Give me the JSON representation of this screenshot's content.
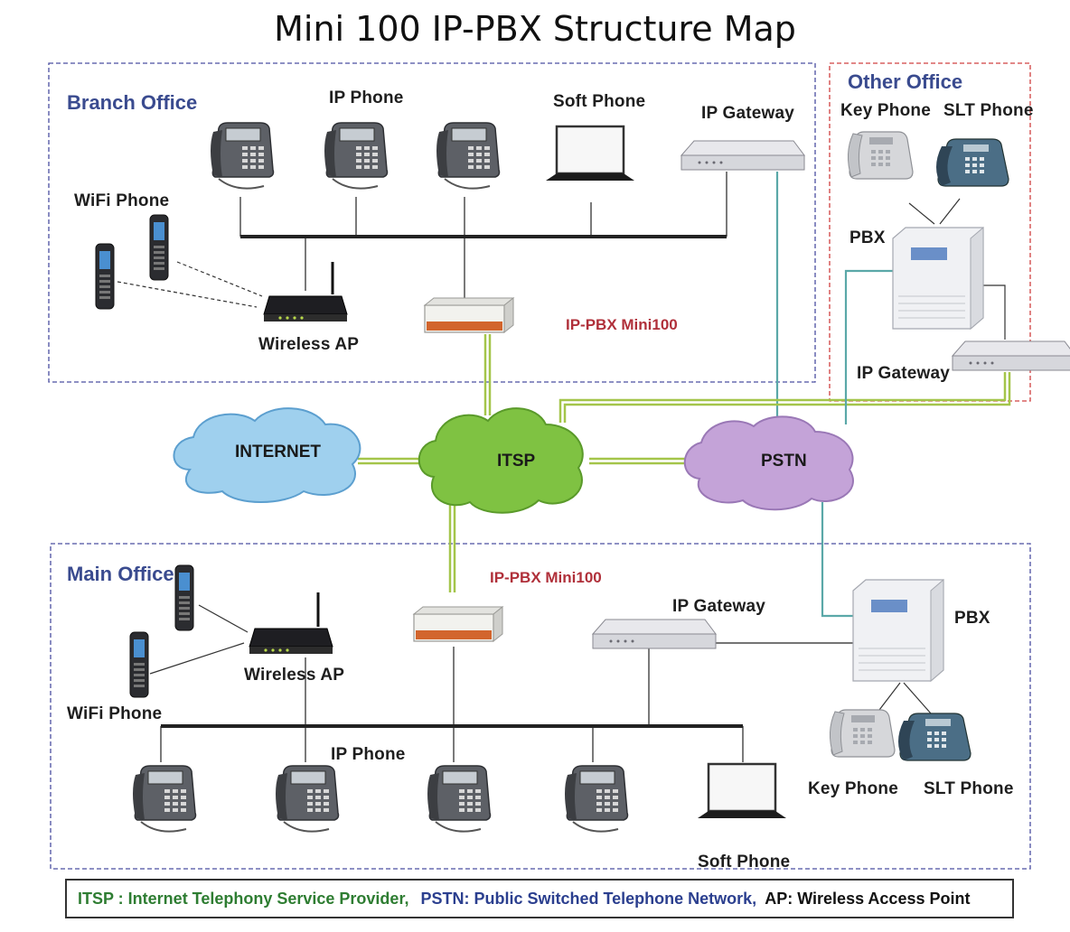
{
  "title": "Mini 100 IP-PBX Structure Map",
  "regions": {
    "branch": "Branch Office",
    "other": "Other Office",
    "main": "Main Office"
  },
  "branch": {
    "ip_phone": "IP Phone",
    "soft_phone": "Soft Phone",
    "ip_gateway": "IP Gateway",
    "wifi_phone": "WiFi Phone",
    "wireless_ap": "Wireless AP",
    "ippbx": "IP-PBX  Mini100"
  },
  "other": {
    "key_phone": "Key Phone",
    "slt_phone": "SLT Phone",
    "pbx": "PBX",
    "ip_gateway": "IP Gateway"
  },
  "clouds": {
    "internet": "INTERNET",
    "itsp": "ITSP",
    "pstn": "PSTN"
  },
  "main": {
    "ippbx": "IP-PBX  Mini100",
    "ip_gateway": "IP Gateway",
    "pbx": "PBX",
    "wireless_ap": "Wireless AP",
    "wifi_phone": "WiFi Phone",
    "ip_phone": "IP Phone",
    "key_phone": "Key Phone",
    "slt_phone": "SLT Phone",
    "soft_phone": "Soft Phone"
  },
  "legend": {
    "itsp": "ITSP : Internet Telephony Service Provider,",
    "pstn": "PSTN: Public Switched Telephone Network,",
    "ap": "AP: Wireless Access Point"
  },
  "colors": {
    "itsp_text": "#2e7d32",
    "pstn_text": "#2b3f8f",
    "ap_text": "#111111",
    "region_dash": "#4a4fa0",
    "other_dash": "#d04040",
    "green_link": "#a4c54a",
    "teal_link": "#5aa8a8"
  }
}
